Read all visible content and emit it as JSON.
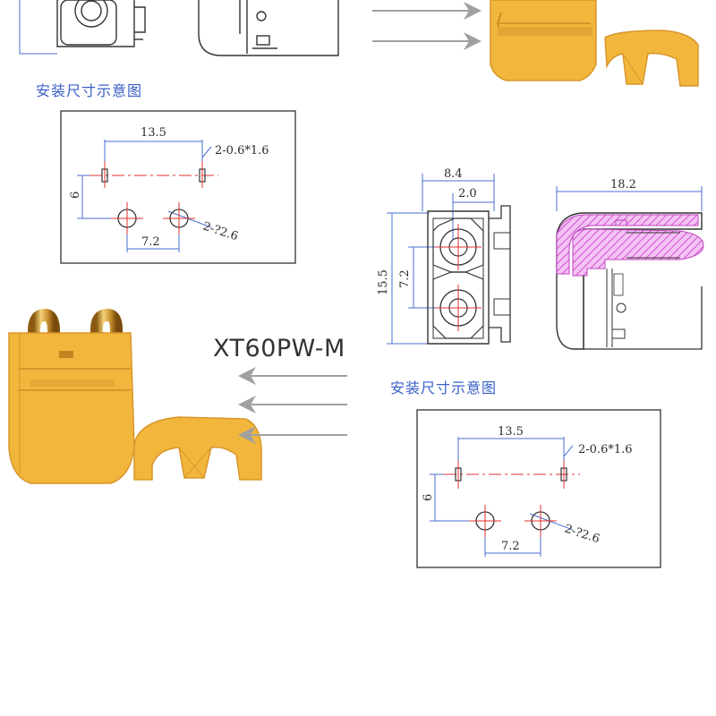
{
  "caption_install_top": "安装尺寸示意图",
  "caption_install_bottom": "安装尺寸示意图",
  "model_name": "XT60PW-M",
  "footprint_top": {
    "pitch_h": "13.5",
    "slot_spec": "2-0.6*1.6",
    "pitch_v": "6",
    "hole_pitch": "7.2",
    "hole_spec": "2-?2.6"
  },
  "footprint_bottom": {
    "pitch_h": "13.5",
    "slot_spec": "2-0.6*1.6",
    "pitch_v": "6",
    "hole_pitch": "7.2",
    "hole_spec": "2-?2.6"
  },
  "front_view": {
    "width": "8.4",
    "offset": "2.0",
    "height": "15.5",
    "pin_pitch": "7.2"
  },
  "side_view": {
    "length": "18.2"
  },
  "colors": {
    "connector_yellow": "#f2b63c",
    "connector_shadow": "#d8962a",
    "pin_gold": "#d9a53a",
    "dim_line_blue": "#4a6fd0",
    "center_red": "#e03030",
    "section_magenta": "#e070e0",
    "arrow_gray": "#a0a0a0"
  }
}
